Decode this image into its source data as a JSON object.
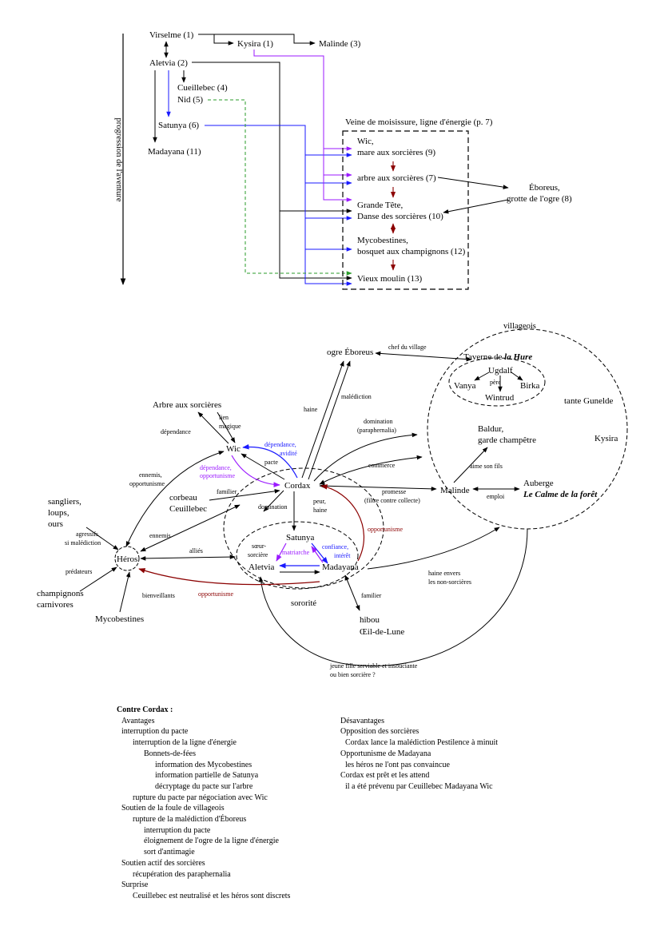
{
  "flow": {
    "axis_label": "progression de l'aventure",
    "n_virselme": "Virselme (1)",
    "n_kysira": "Kysira (1)",
    "n_malinde": "Malinde (3)",
    "n_aletvia": "Aletvia (2)",
    "n_cueillebec": "Cueillebec (4)",
    "n_nid": "Nid (5)",
    "n_satunya": "Satunya (6)",
    "n_madayana": "Madayana (11)",
    "box_title": "Veine de moisissure, ligne d'énergie (p. 7)",
    "n_wic_1": "Wic,",
    "n_wic_2": "mare aux sorcières (9)",
    "n_arbre": "arbre aux sorcières (7)",
    "n_eboreus_1": "Éboreus,",
    "n_eboreus_2": "grotte de l'ogre (8)",
    "n_grande_1": "Grande Tête,",
    "n_grande_2": "Danse des sorcières (10)",
    "n_myco_1": "Mycobestines,",
    "n_myco_2": "bosquet aux champignons (12)",
    "n_moulin": "Vieux moulin (13)"
  },
  "relations": {
    "villageois": "villageois",
    "taverne_pre": "Taverne de ",
    "taverne_name": "la Hure",
    "ugdalf": "Ugdalf",
    "pere": "père",
    "vanya": "Vanya",
    "birka": "Birka",
    "wintrud": "Wintrud",
    "tante": "tante Gunelde",
    "baldur_1": "Baldur,",
    "baldur_2": "garde champêtre",
    "kysira": "Kysira",
    "aime": "aime son fils",
    "malinde": "Malinde",
    "emploi": "emploi",
    "auberge_1": "Auberge",
    "auberge_2": "Le Calme de la forêt",
    "ogre": "ogre Éboreus",
    "chef": "chef du village",
    "malediction": "malédiction",
    "haine": "haine",
    "domination_1": "domination",
    "domination_2": "(paraphernalia)",
    "commerce": "commerce",
    "promesse_1": "promesse",
    "promesse_2": "(filtre contre collecte)",
    "arbre": "Arbre aux sorcières",
    "lien_1": "lien",
    "lien_2": "magique",
    "dependance": "dépendance",
    "wic": "Wic",
    "dep_avid_1": "dépendance,",
    "dep_avid_2": "avidité",
    "dep_opp_1": "dépendance,",
    "dep_opp_2": "opportunisme",
    "pacte": "pacte",
    "cordax": "Cordax",
    "ennemis_opp_1": "ennemis,",
    "ennemis_opp_2": "opportunisme",
    "corbeau_1": "corbeau",
    "corbeau_2": "Ceuillebec",
    "familier": "familier",
    "domination": "domination",
    "peur_1": "peur,",
    "peur_2": "haine",
    "opportunisme_r": "opportunisme",
    "sangliers_1": "sangliers,",
    "sangliers_2": "loups,",
    "sangliers_3": "ours",
    "agressifs_1": "agressifs",
    "agressifs_2": "si malédiction",
    "ennemis": "ennemis",
    "heros": "Héros",
    "allies": "alliés",
    "predateurs": "prédateurs",
    "champi_1": "champignons",
    "champi_2": "carnivores",
    "bienveillants": "bienveillants",
    "mycobestines": "Mycobestines",
    "opportunisme_b": "opportunisme",
    "satunya": "Satunya",
    "soeur_1": "sœur-",
    "soeur_2": "sorcière",
    "matriarche": "matriarche",
    "confiance_1": "confiance,",
    "confiance_2": "intérêt",
    "aletvia": "Aletvia",
    "madayana": "Madayana",
    "sororite": "sororité",
    "haine_envers_1": "haine envers",
    "haine_envers_2": "les non-sorcières",
    "familier_2": "familier",
    "hibou_1": "hibou",
    "hibou_2": "Œil-de-Lune",
    "jeune_1": "jeune fille serviable et insouciante",
    "jeune_2": "ou bien sorcière ?"
  },
  "lists": {
    "title": "Contre Cordax :",
    "avantages": [
      {
        "level": 1,
        "text": "Avantages"
      },
      {
        "level": 1,
        "text": " interruption du pacte"
      },
      {
        "level": 2,
        "text": " interruption de la ligne d'énergie"
      },
      {
        "level": 3,
        "text": " Bonnets-de-fées"
      },
      {
        "level": 4,
        "text": " information des Mycobestines"
      },
      {
        "level": 4,
        "text": " information partielle de Satunya"
      },
      {
        "level": 4,
        "text": " décryptage du pacte sur l'arbre"
      },
      {
        "level": 2,
        "text": " rupture du pacte par négociation avec Wic"
      },
      {
        "level": 1,
        "text": " Soutien de la foule de villageois"
      },
      {
        "level": 2,
        "text": " rupture de la malédiction d'Éboreus"
      },
      {
        "level": 3,
        "text": " interruption du pacte"
      },
      {
        "level": 3,
        "text": " éloignement de l'ogre de la ligne d'énergie"
      },
      {
        "level": 3,
        "text": " sort d'antimagie"
      },
      {
        "level": 1,
        "text": " Soutien actif des sorcières"
      },
      {
        "level": 2,
        "text": " récupération des paraphernalia"
      },
      {
        "level": 1,
        "text": " Surprise"
      },
      {
        "level": 2,
        "text": " Ceuillebec est neutralisé et  les héros sont discrets"
      }
    ],
    "desavantages": [
      {
        "level": 0,
        "text": "Désavantages"
      },
      {
        "level": 0,
        "text": " Opposition des sorcières"
      },
      {
        "level": 1,
        "text": " Cordax lance la malédiction Pestilence à minuit"
      },
      {
        "level": 0,
        "text": " Opportunisme de Madayana"
      },
      {
        "level": 1,
        "text": " les héros ne l'ont pas convaincue"
      },
      {
        "level": 0,
        "text": " Cordax est prêt et les attend"
      },
      {
        "level": 1,
        "text": " il a été prévenu par Ceuillebec  Madayana  Wic"
      }
    ]
  }
}
